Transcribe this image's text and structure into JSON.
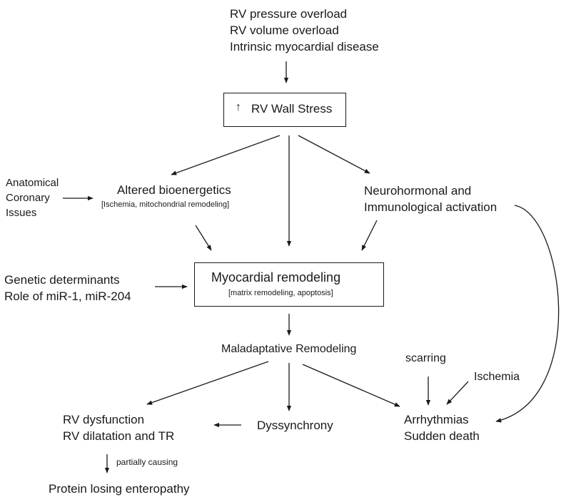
{
  "top_causes": [
    "RV pressure overload",
    "RV volume overload",
    "Intrinsic myocardial disease"
  ],
  "wall_stress": {
    "arrow_glyph": "↑",
    "label": "RV Wall Stress"
  },
  "anatomical": [
    "Anatomical",
    "Coronary",
    "Issues"
  ],
  "bioenergetics": {
    "title": "Altered bioenergetics",
    "detail": "[Ischemia, mitochondrial remodeling]"
  },
  "neurohormonal": [
    "Neurohormonal and",
    "Immunological activation"
  ],
  "genetic": [
    "Genetic determinants",
    "Role of miR-1, miR-204"
  ],
  "myocardial_remodeling": {
    "title": "Myocardial remodeling",
    "detail": "[matrix remodeling, apoptosis]"
  },
  "maladaptive": "Maladaptative Remodeling",
  "scarring": "scarring",
  "ischemia": "Ischemia",
  "rv_dysfunction": [
    "RV dysfunction",
    "RV dilatation and  TR"
  ],
  "dyssynchrony": "Dyssynchrony",
  "arrhythmias": [
    "Arrhythmias",
    "Sudden death"
  ],
  "partially": "partially causing",
  "protein_losing": "Protein losing enteropathy"
}
